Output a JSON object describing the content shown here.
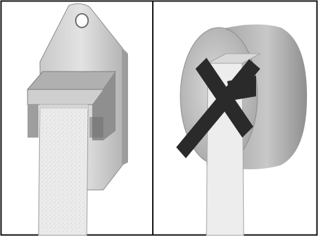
{
  "figure": {
    "panels": [
      {
        "id": "left",
        "depicts": "strap-guide-plate-with-strap"
      },
      {
        "id": "right",
        "depicts": "disc-with-strap-crossed-out"
      }
    ],
    "mark": "cross-out-x",
    "colors": {
      "border": "#111111",
      "metal_light": "#d8d8d8",
      "metal_mid": "#a9a9a9",
      "metal_dark": "#7a7a7a",
      "strap": "#ececec",
      "cross": "#2a2a2a"
    }
  }
}
